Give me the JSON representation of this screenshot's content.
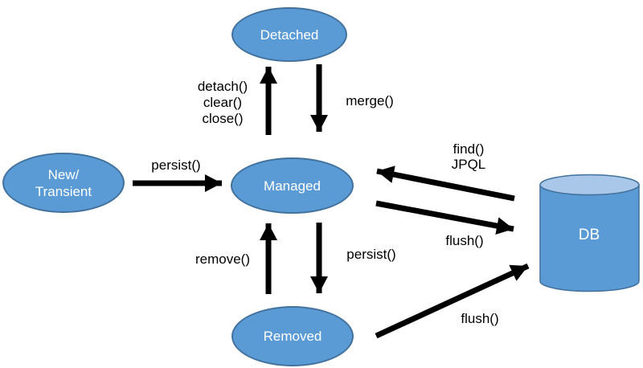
{
  "nodes": {
    "detached": {
      "label": "Detached"
    },
    "new_transient": {
      "line1": "New/",
      "line2": "Transient"
    },
    "managed": {
      "label": "Managed"
    },
    "removed": {
      "label": "Removed"
    },
    "db": {
      "label": "DB"
    }
  },
  "edge_labels": {
    "detach": "detach()",
    "clear": "clear()",
    "close": "close()",
    "merge": "merge()",
    "persist_new": "persist()",
    "find": "find()",
    "jpql": "JPQL",
    "flush_managed": "flush()",
    "remove": "remove()",
    "persist_removed": "persist()",
    "flush_removed": "flush()"
  },
  "colors": {
    "node_fill": "#5b9bd5",
    "node_border": "#41719c",
    "node_text": "#ffffff",
    "cylinder_top_fill": "#a9c7e8",
    "arrow": "#000000",
    "label_text": "#000000",
    "background": "#ffffff"
  }
}
